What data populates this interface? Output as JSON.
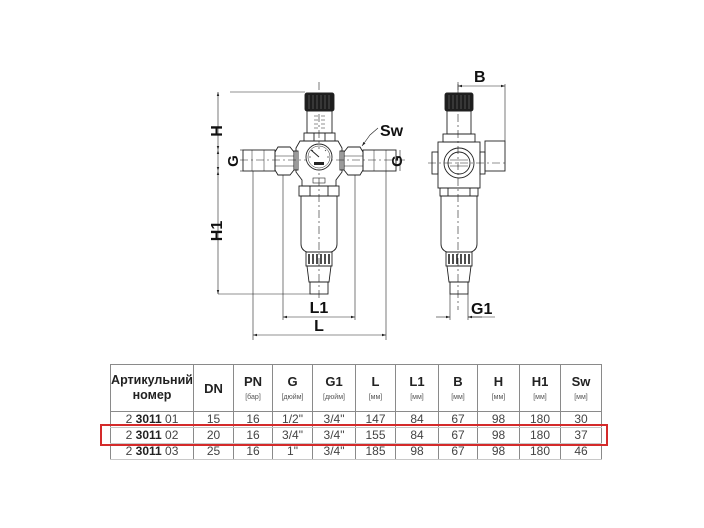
{
  "drawing": {
    "front_view": {
      "dimension_labels": {
        "H": "H",
        "G_left": "G",
        "G_right": "G",
        "H1": "H1",
        "L1": "L1",
        "L": "L",
        "Sw": "Sw"
      }
    },
    "side_view": {
      "dimension_labels": {
        "B": "B",
        "G1": "G1"
      }
    },
    "line_color": "#222222"
  },
  "table": {
    "columns": [
      {
        "label": "Артикульний номер",
        "unit": ""
      },
      {
        "label": "DN",
        "unit": ""
      },
      {
        "label": "PN",
        "unit": "[бар]"
      },
      {
        "label": "G",
        "unit": "[дюйм]"
      },
      {
        "label": "G1",
        "unit": "[дюйм]"
      },
      {
        "label": "L",
        "unit": "[мм]"
      },
      {
        "label": "L1",
        "unit": "[мм]"
      },
      {
        "label": "B",
        "unit": "[мм]"
      },
      {
        "label": "H",
        "unit": "[мм]"
      },
      {
        "label": "H1",
        "unit": "[мм]"
      },
      {
        "label": "Sw",
        "unit": "[мм]"
      }
    ],
    "rows": [
      {
        "article_prefix": "2",
        "article_main": "3011",
        "article_suffix": "01",
        "DN": "15",
        "PN": "16",
        "G": "1/2\"",
        "G1": "3/4\"",
        "L": "147",
        "L1": "84",
        "B": "67",
        "H": "98",
        "H1": "180",
        "Sw": "30",
        "highlighted": false
      },
      {
        "article_prefix": "2",
        "article_main": "3011",
        "article_suffix": "02",
        "DN": "20",
        "PN": "16",
        "G": "3/4\"",
        "G1": "3/4\"",
        "L": "155",
        "L1": "84",
        "B": "67",
        "H": "98",
        "H1": "180",
        "Sw": "37",
        "highlighted": true
      },
      {
        "article_prefix": "2",
        "article_main": "3011",
        "article_suffix": "03",
        "DN": "25",
        "PN": "16",
        "G": "1\"",
        "G1": "3/4\"",
        "L": "185",
        "L1": "98",
        "B": "67",
        "H": "98",
        "H1": "180",
        "Sw": "46",
        "highlighted": false
      }
    ],
    "highlight_color": "#d42a2a"
  }
}
